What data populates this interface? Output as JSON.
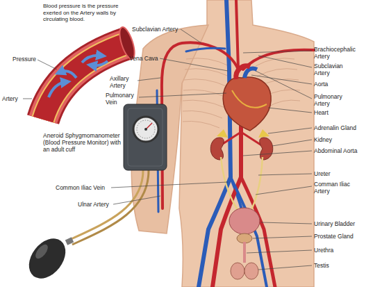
{
  "diagram": {
    "labels": [
      "Blood pressure is the pressure exerted on the Artery walls by circulating blood.",
      "Pressure",
      "Artery",
      "Subclavian Artery",
      "Brachiocephalic Artery",
      "Subclavian Artery",
      "Vena Cava",
      "Aorta",
      "Axillary Artery",
      "Pulmonary Artery",
      "Pulmonary Vein",
      "Heart",
      "Adrenalin Gland",
      "Aneroid Sphygmomanometer (Blood Pressure Monitor) with an adult cuff",
      "Kidney",
      "Abdominal Aorta",
      "Ureter",
      "Common Iliac Vein",
      "Comman Iliac Artery",
      "Ulnar Artery",
      "Urinary Bladder",
      "Prostate Gland",
      "Urethra",
      "Testis"
    ]
  }
}
